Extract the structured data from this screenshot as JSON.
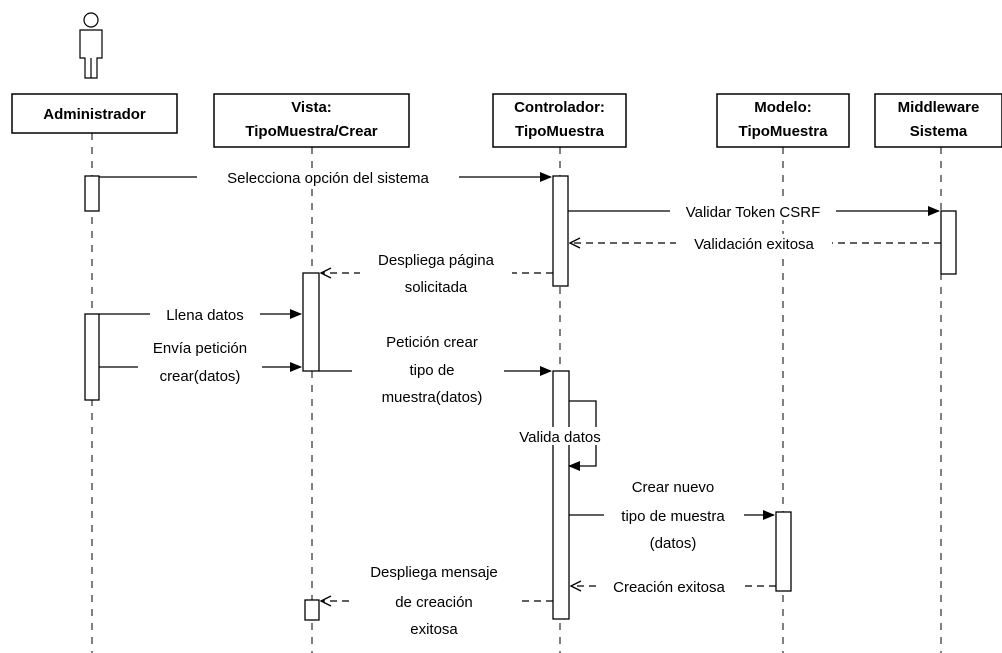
{
  "participants": [
    {
      "id": "administrador",
      "label": [
        "Administrador"
      ]
    },
    {
      "id": "vista",
      "label": [
        "Vista:",
        "TipoMuestra/Crear"
      ]
    },
    {
      "id": "controlador",
      "label": [
        "Controlador:",
        "TipoMuestra"
      ]
    },
    {
      "id": "modelo",
      "label": [
        "Modelo:",
        "TipoMuestra"
      ]
    },
    {
      "id": "middleware",
      "label": [
        "Middleware",
        "Sistema"
      ]
    }
  ],
  "messages": [
    {
      "from": "administrador",
      "to": "controlador",
      "type": "sync",
      "label": [
        "Selecciona opción del sistema"
      ]
    },
    {
      "from": "controlador",
      "to": "middleware",
      "type": "sync",
      "label": [
        "Validar Token CSRF"
      ]
    },
    {
      "from": "middleware",
      "to": "controlador",
      "type": "return",
      "label": [
        "Validación exitosa"
      ]
    },
    {
      "from": "controlador",
      "to": "vista",
      "type": "return",
      "label": [
        "Despliega página",
        "solicitada"
      ]
    },
    {
      "from": "administrador",
      "to": "vista",
      "type": "sync",
      "label": [
        "Llena datos"
      ]
    },
    {
      "from": "administrador",
      "to": "vista",
      "type": "sync",
      "label": [
        "Envía petición",
        "crear(datos)"
      ]
    },
    {
      "from": "vista",
      "to": "controlador",
      "type": "sync",
      "label": [
        "Petición crear",
        "tipo de",
        "muestra(datos)"
      ]
    },
    {
      "from": "controlador",
      "to": "controlador",
      "type": "self",
      "label": [
        "Valida datos"
      ]
    },
    {
      "from": "controlador",
      "to": "modelo",
      "type": "sync",
      "label": [
        "Crear nuevo",
        "tipo de muestra",
        "(datos)"
      ]
    },
    {
      "from": "modelo",
      "to": "controlador",
      "type": "return",
      "label": [
        "Creación exitosa"
      ]
    },
    {
      "from": "controlador",
      "to": "vista",
      "type": "return",
      "label": [
        "Despliega mensaje",
        "de creación",
        "exitosa"
      ]
    }
  ]
}
